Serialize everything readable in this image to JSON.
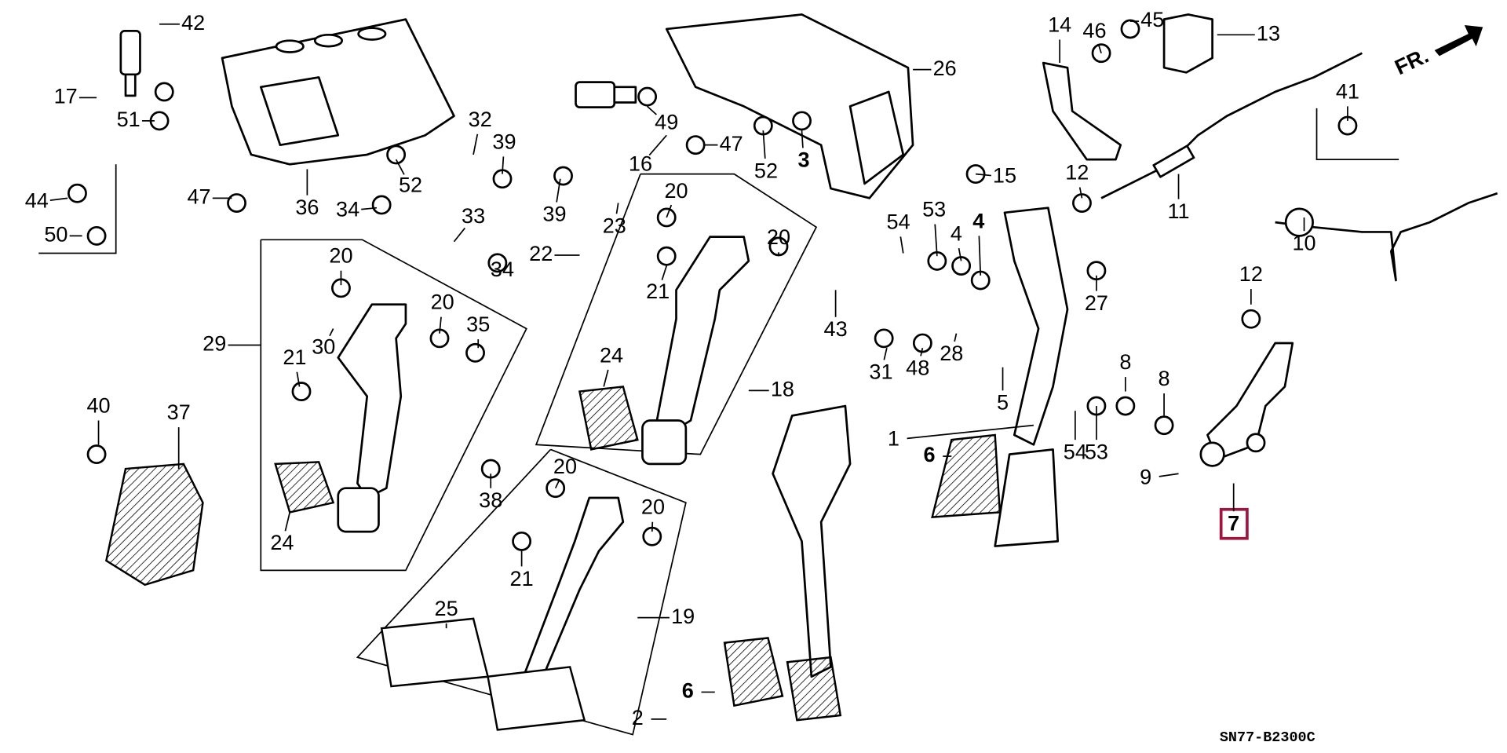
{
  "diagram": {
    "direction_label": "FR.",
    "diagram_code": "SN77-B2300C",
    "highlighted_part": "7",
    "highlight_color": "#a0153e",
    "parts": [
      {
        "n": "42"
      },
      {
        "n": "17"
      },
      {
        "n": "51"
      },
      {
        "n": "44"
      },
      {
        "n": "50"
      },
      {
        "n": "47"
      },
      {
        "n": "36"
      },
      {
        "n": "52"
      },
      {
        "n": "32"
      },
      {
        "n": "39"
      },
      {
        "n": "34"
      },
      {
        "n": "33"
      },
      {
        "n": "34"
      },
      {
        "n": "20"
      },
      {
        "n": "29"
      },
      {
        "n": "30"
      },
      {
        "n": "20"
      },
      {
        "n": "21"
      },
      {
        "n": "35"
      },
      {
        "n": "24"
      },
      {
        "n": "40"
      },
      {
        "n": "37"
      },
      {
        "n": "16"
      },
      {
        "n": "49"
      },
      {
        "n": "47"
      },
      {
        "n": "52"
      },
      {
        "n": "3"
      },
      {
        "n": "26"
      },
      {
        "n": "39"
      },
      {
        "n": "23"
      },
      {
        "n": "22"
      },
      {
        "n": "20"
      },
      {
        "n": "20"
      },
      {
        "n": "21"
      },
      {
        "n": "24"
      },
      {
        "n": "18"
      },
      {
        "n": "38"
      },
      {
        "n": "20"
      },
      {
        "n": "20"
      },
      {
        "n": "21"
      },
      {
        "n": "25"
      },
      {
        "n": "19"
      },
      {
        "n": "6"
      },
      {
        "n": "2"
      },
      {
        "n": "43"
      },
      {
        "n": "31"
      },
      {
        "n": "48"
      },
      {
        "n": "28"
      },
      {
        "n": "5"
      },
      {
        "n": "54"
      },
      {
        "n": "53"
      },
      {
        "n": "4"
      },
      {
        "n": "4"
      },
      {
        "n": "1"
      },
      {
        "n": "6"
      },
      {
        "n": "27"
      },
      {
        "n": "12"
      },
      {
        "n": "11"
      },
      {
        "n": "15"
      },
      {
        "n": "14"
      },
      {
        "n": "46"
      },
      {
        "n": "45"
      },
      {
        "n": "13"
      },
      {
        "n": "41"
      },
      {
        "n": "10"
      },
      {
        "n": "12"
      },
      {
        "n": "8"
      },
      {
        "n": "8"
      },
      {
        "n": "54"
      },
      {
        "n": "53"
      },
      {
        "n": "9"
      },
      {
        "n": "7"
      }
    ]
  }
}
